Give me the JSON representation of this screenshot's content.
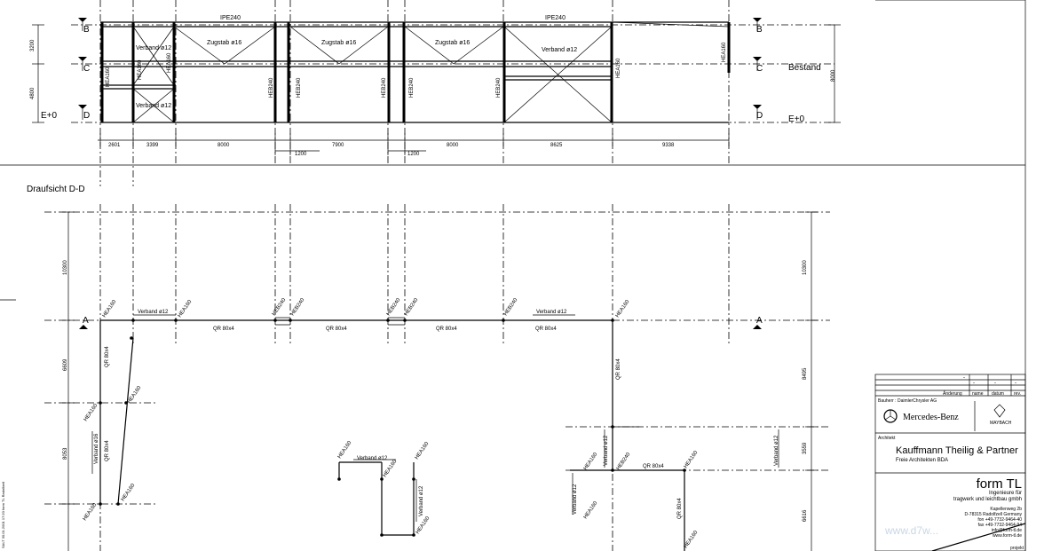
{
  "elevation": {
    "beams": [
      "IPE240",
      "IPE240"
    ],
    "bays": [
      "Verband ø12",
      "Zugstab ø16",
      "Zugstab ø16",
      "Zugstab ø16",
      "Verband ø12"
    ],
    "lower_bay": "Verband ø12",
    "columns": [
      "HEA160",
      "HEA160",
      "HEB240",
      "HEB240",
      "HEB240",
      "HEB240",
      "HEB240",
      "HEA160",
      "HEA160"
    ],
    "levels_left": [
      "B",
      "C",
      "D"
    ],
    "levels_right": [
      "B",
      "C",
      "D"
    ],
    "heights": [
      "3200",
      "4800"
    ],
    "height_right": "8000",
    "level_label": "E+0",
    "bestand": "Bestand",
    "dims": [
      "2601",
      "3399",
      "8000",
      "1200",
      "7900",
      "1200",
      "8000",
      "8625",
      "9338"
    ]
  },
  "plan": {
    "title": "Draufsicht D-D",
    "section_marks": [
      "A",
      "A"
    ],
    "top_labels": [
      "HEA160",
      "Verband ø12",
      "HEA160",
      "HEB240",
      "HEB240",
      "HEB240",
      "HEB240",
      "HEB240",
      "Verband ø12",
      "HEA160"
    ],
    "qr": [
      "QR 80x4",
      "QR 80x4",
      "QR 80x4",
      "QR 80x4"
    ],
    "left_dims": [
      "10300",
      "6609",
      "8053"
    ],
    "right_dims": [
      "10300",
      "8495",
      "3559",
      "6616"
    ],
    "left_labels": [
      "QR 80x4",
      "HEA160",
      "HEA160",
      "Verband ø16",
      "QR 80x4",
      "HEA160",
      "HEA160"
    ],
    "mid_labels": [
      "HEA160",
      "Verband ø12",
      "HEA160",
      "HEA160",
      "Verband ø12",
      "HEA160"
    ],
    "right_labels": [
      "QR 80x4",
      "Verband ø12",
      "Verband ø12",
      "HEA160",
      "HEB240",
      "QR 80x4",
      "HEA160",
      "Verband ø12",
      "HEA160",
      "QR 80x4",
      "HEA160"
    ]
  },
  "title_block": {
    "rev_dashes": [
      "-",
      "-",
      "-",
      "-"
    ],
    "rev_headers": [
      "Änderung",
      "name",
      "datum",
      "rev."
    ],
    "client_label": "Bauherr : DaimlerChrysler AG",
    "mercedes": "Mercedes-Benz",
    "maybach": "MAYBACH",
    "architect_label": "Architekt",
    "architect_name": "Kauffmann Theilig & Partner",
    "architect_sub": "Freie Architekten BDA",
    "engineer_name": "form TL",
    "engineer_desc1": "Ingenieure für",
    "engineer_desc2": "tragwerk und leichtbau gmbh",
    "address": [
      "Kapellenweg 2b",
      "D-78315 Radolfzell Germany",
      "fon +49-7732-9464-40",
      "fax +49-7732-9464-94",
      "info@form-tl.de",
      "www.form-tl.de"
    ],
    "watermark": "www.d7w...",
    "projekt": "projekt"
  },
  "side_note": "SALT 30.01.2001 17:20 form TL Radolfzell"
}
